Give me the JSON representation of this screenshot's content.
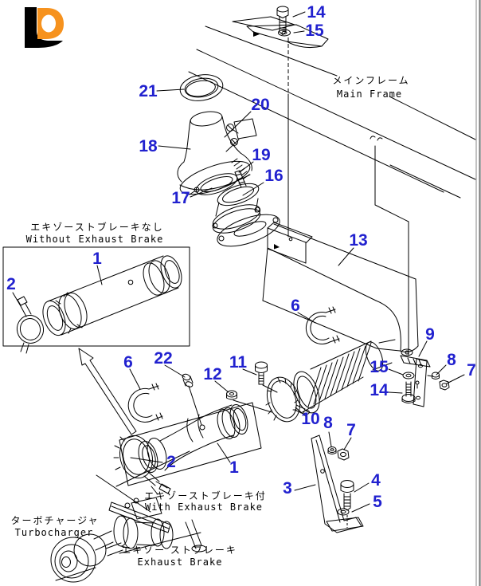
{
  "logo": {
    "text": "LD"
  },
  "colors": {
    "callout_blue": "#2121cf",
    "logo_orange": "#f6921e",
    "logo_black": "#141414",
    "line": "#000000"
  },
  "annotations": {
    "main_frame_jp": "メインフレーム",
    "main_frame_en": "Main Frame",
    "without_brake_jp": "エキゾーストブレーキなし",
    "without_brake_en": "Without Exhaust Brake",
    "with_brake_jp": "エキゾーストブレーキ付",
    "with_brake_en": "With Exhaust Brake",
    "turbo_jp": "ターボチャージャ",
    "turbo_en": "Turbocharger",
    "brake_jp": "エキゾー ストブレーキ",
    "brake_en": "Exhaust Brake"
  },
  "callouts": [
    {
      "num": "14"
    },
    {
      "num": "15"
    },
    {
      "num": "21"
    },
    {
      "num": "20"
    },
    {
      "num": "18"
    },
    {
      "num": "19"
    },
    {
      "num": "16"
    },
    {
      "num": "17"
    },
    {
      "num": "13"
    },
    {
      "num": "1"
    },
    {
      "num": "2"
    },
    {
      "num": "6"
    },
    {
      "num": "9"
    },
    {
      "num": "8"
    },
    {
      "num": "7"
    },
    {
      "num": "15"
    },
    {
      "num": "14"
    },
    {
      "num": "6"
    },
    {
      "num": "22"
    },
    {
      "num": "12"
    },
    {
      "num": "11"
    },
    {
      "num": "10"
    },
    {
      "num": "8"
    },
    {
      "num": "7"
    },
    {
      "num": "2"
    },
    {
      "num": "1"
    },
    {
      "num": "3"
    },
    {
      "num": "4"
    },
    {
      "num": "5"
    }
  ]
}
